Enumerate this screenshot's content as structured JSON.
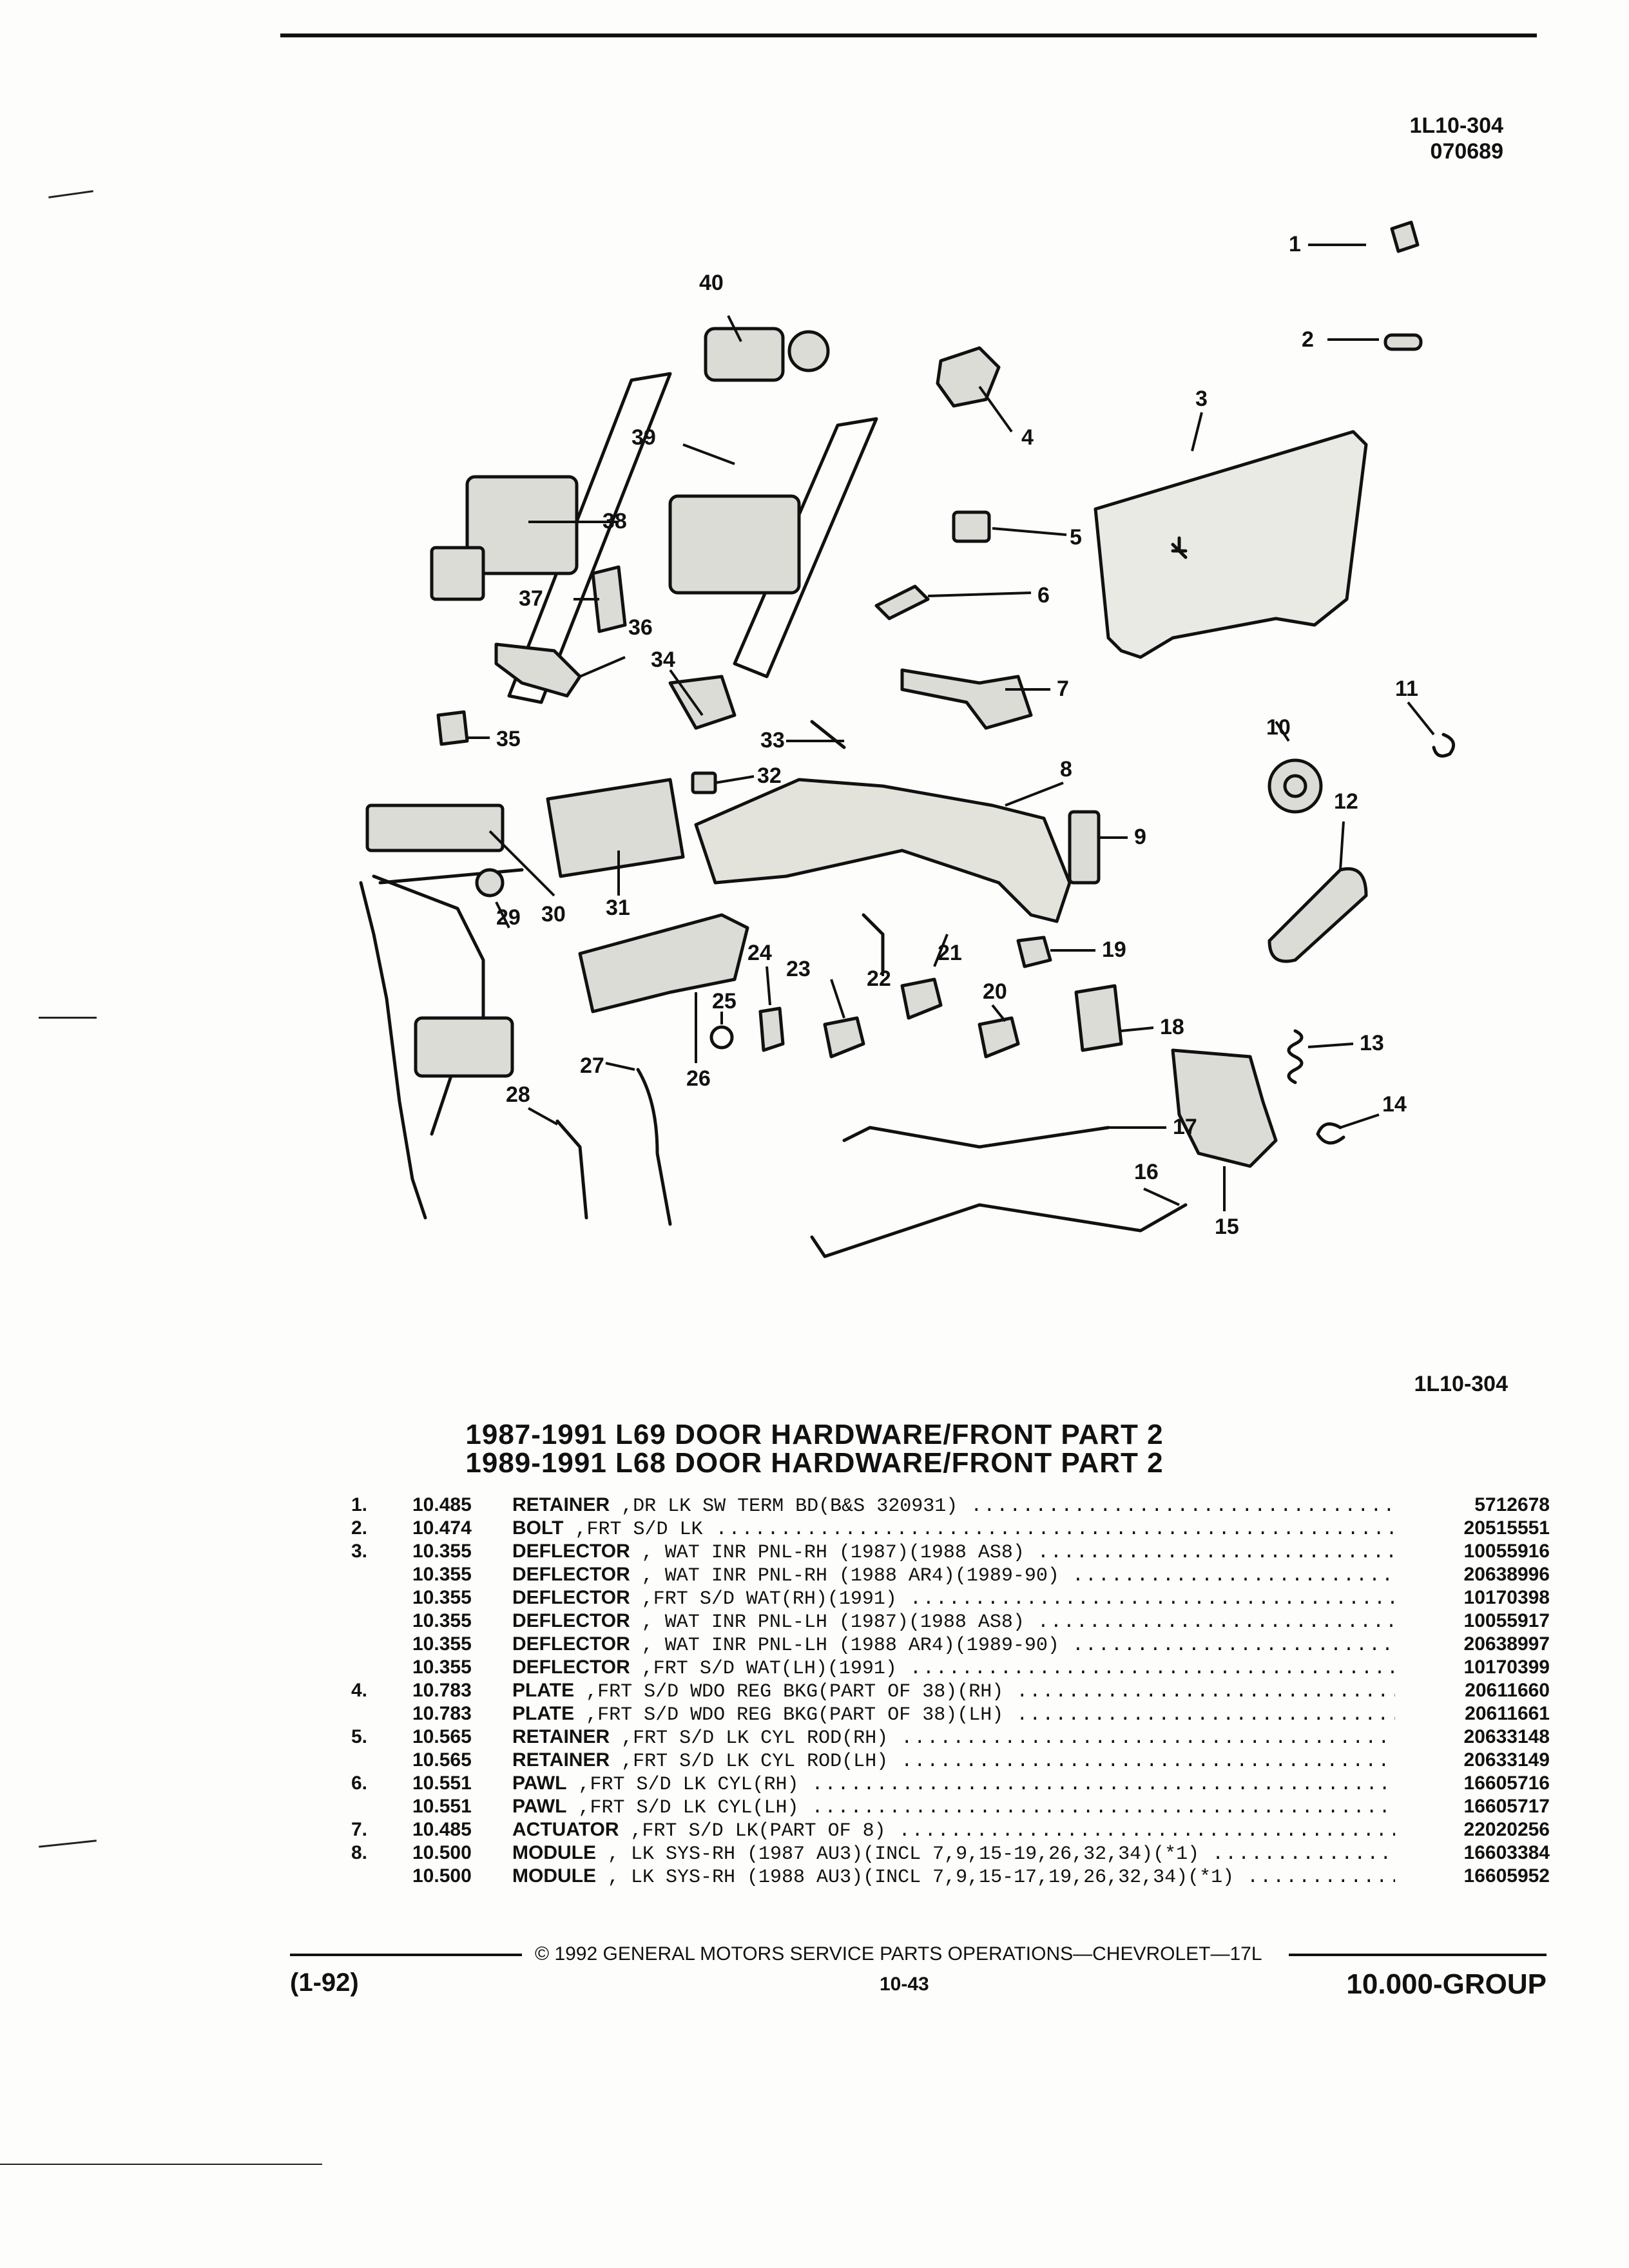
{
  "reference": {
    "code": "1L10-304",
    "date_code": "070689",
    "code_bottom": "1L10-304"
  },
  "titles": [
    "1987-1991 L69 DOOR HARDWARE/FRONT PART 2",
    "1989-1991 L68 DOOR HARDWARE/FRONT PART 2"
  ],
  "callouts": [
    "1",
    "2",
    "3",
    "4",
    "5",
    "6",
    "7",
    "8",
    "9",
    "10",
    "11",
    "12",
    "13",
    "14",
    "15",
    "16",
    "17",
    "18",
    "19",
    "20",
    "21",
    "22",
    "23",
    "24",
    "25",
    "26",
    "27",
    "28",
    "29",
    "30",
    "31",
    "32",
    "33",
    "34",
    "35",
    "36",
    "37",
    "38",
    "39",
    "40"
  ],
  "parts": [
    {
      "index": "1.",
      "group": "10.485",
      "name": "RETAINER",
      "detail": " ,DR LK SW TERM BD(B&S 320931)",
      "part_no": "5712678"
    },
    {
      "index": "2.",
      "group": "10.474",
      "name": "BOLT",
      "detail": " ,FRT S/D LK",
      "part_no": "20515551"
    },
    {
      "index": "3.",
      "group": "10.355",
      "name": "DEFLECTOR",
      "detail": " , WAT INR PNL-RH (1987)(1988 AS8)",
      "part_no": "10055916"
    },
    {
      "index": "",
      "group": "10.355",
      "name": "DEFLECTOR",
      "detail": " , WAT INR PNL-RH (1988 AR4)(1989-90)",
      "part_no": "20638996"
    },
    {
      "index": "",
      "group": "10.355",
      "name": "DEFLECTOR",
      "detail": " ,FRT S/D WAT(RH)(1991)",
      "part_no": "10170398"
    },
    {
      "index": "",
      "group": "10.355",
      "name": "DEFLECTOR",
      "detail": " , WAT INR PNL-LH (1987)(1988 AS8)",
      "part_no": "10055917"
    },
    {
      "index": "",
      "group": "10.355",
      "name": "DEFLECTOR",
      "detail": " , WAT INR PNL-LH (1988 AR4)(1989-90)",
      "part_no": "20638997"
    },
    {
      "index": "",
      "group": "10.355",
      "name": "DEFLECTOR",
      "detail": " ,FRT S/D WAT(LH)(1991)",
      "part_no": "10170399"
    },
    {
      "index": "4.",
      "group": "10.783",
      "name": "PLATE",
      "detail": " ,FRT S/D WDO REG BKG(PART OF 38)(RH)",
      "part_no": "20611660"
    },
    {
      "index": "",
      "group": "10.783",
      "name": "PLATE",
      "detail": " ,FRT S/D WDO REG BKG(PART OF 38)(LH)",
      "part_no": "20611661"
    },
    {
      "index": "5.",
      "group": "10.565",
      "name": "RETAINER",
      "detail": " ,FRT S/D LK CYL ROD(RH)",
      "part_no": "20633148"
    },
    {
      "index": "",
      "group": "10.565",
      "name": "RETAINER",
      "detail": " ,FRT S/D LK CYL ROD(LH)",
      "part_no": "20633149"
    },
    {
      "index": "6.",
      "group": "10.551",
      "name": "PAWL",
      "detail": " ,FRT S/D LK CYL(RH)",
      "part_no": "16605716"
    },
    {
      "index": "",
      "group": "10.551",
      "name": "PAWL",
      "detail": " ,FRT S/D LK CYL(LH)",
      "part_no": "16605717"
    },
    {
      "index": "7.",
      "group": "10.485",
      "name": "ACTUATOR",
      "detail": " ,FRT S/D LK(PART OF 8)",
      "part_no": "22020256"
    },
    {
      "index": "8.",
      "group": "10.500",
      "name": "MODULE",
      "detail": " , LK SYS-RH (1987 AU3)(INCL 7,9,15-19,26,32,34)(*1)",
      "part_no": "16603384"
    },
    {
      "index": "",
      "group": "10.500",
      "name": "MODULE",
      "detail": " , LK SYS-RH (1988 AU3)(INCL 7,9,15-17,19,26,32,34)(*1)",
      "part_no": "16605952"
    }
  ],
  "footer": {
    "copyright": "© 1992 GENERAL MOTORS SERVICE PARTS OPERATIONS—CHEVROLET—17L",
    "date": "(1-92)",
    "page": "10-43",
    "group": "10.000-GROUP"
  }
}
